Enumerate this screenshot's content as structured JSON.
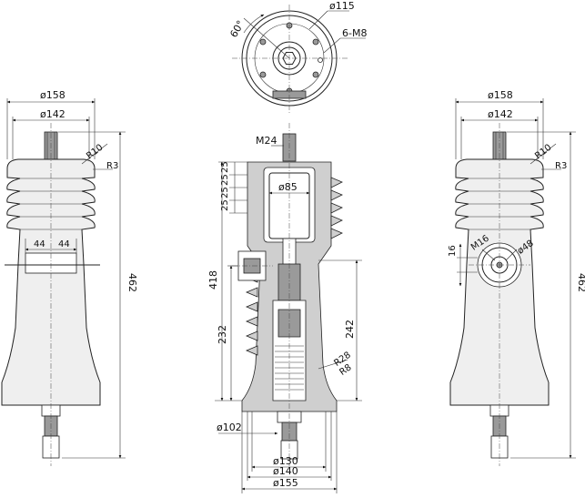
{
  "top_view": {
    "angle": "60°",
    "diameter": "ø115",
    "holes": "6-M8"
  },
  "left_view": {
    "d_outer": "ø158",
    "d_inner": "ø142",
    "radius_shed": "R10",
    "radius_small": "R3",
    "half_width_left": "44",
    "half_width_right": "44",
    "height": "462"
  },
  "section_view": {
    "thread": "M24",
    "d_cap": "ø85",
    "pitch_1": "25",
    "pitch_2": "25",
    "pitch_3": "25",
    "pitch_4": "25",
    "height_total": "418",
    "height_lower": "232",
    "height_core": "242",
    "radius_1": "R28",
    "radius_2": "R8",
    "d_102": "ø102",
    "d_130": "ø130",
    "d_140": "ø140",
    "d_155": "ø155"
  },
  "right_view": {
    "d_outer": "ø158",
    "d_inner": "ø142",
    "radius_shed": "R10",
    "radius_small": "R3",
    "thread_side": "M16",
    "d_side": "ø48",
    "offset": "16",
    "height": "462"
  }
}
